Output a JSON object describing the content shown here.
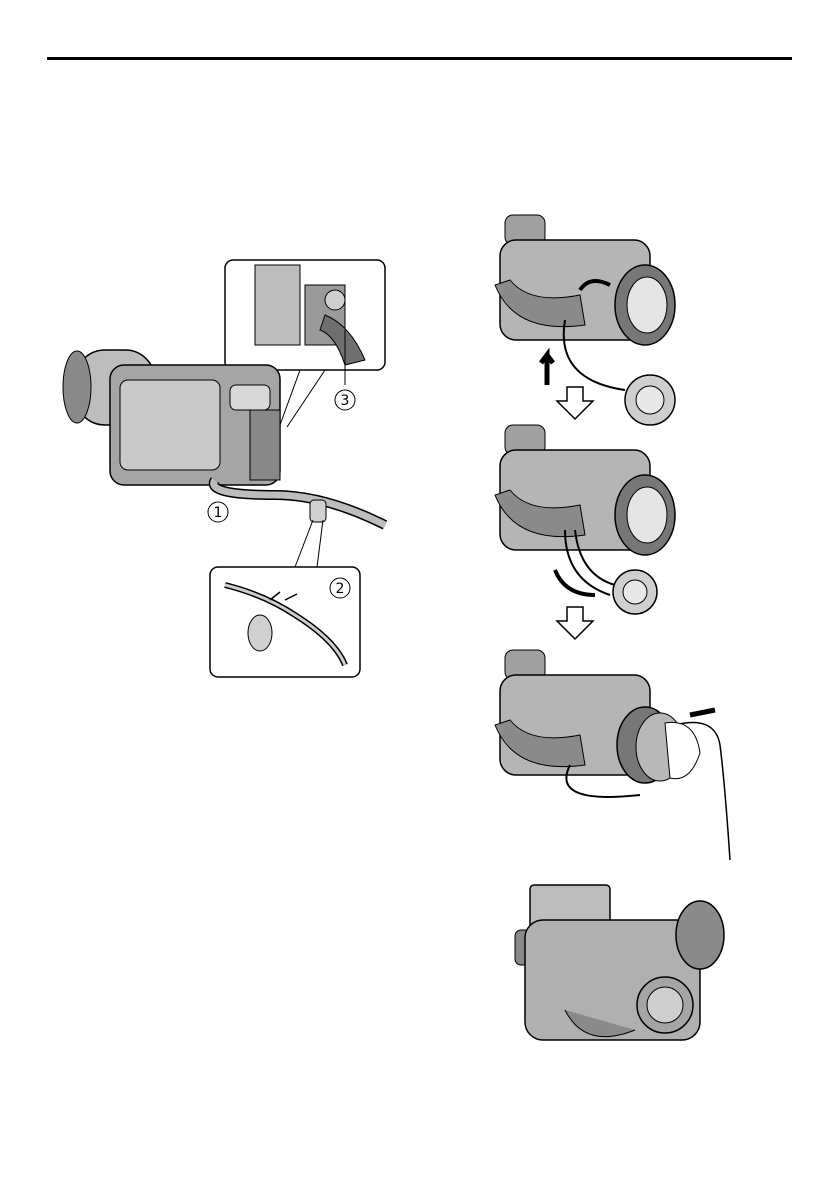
{
  "page": {
    "callouts": {
      "one": "1",
      "two": "2",
      "three": "3"
    }
  },
  "colors": {
    "ink": "#000000",
    "body_gray": "#9a9a9a",
    "light_gray": "#c8c8c8",
    "dark_gray": "#555555",
    "white": "#ffffff"
  }
}
